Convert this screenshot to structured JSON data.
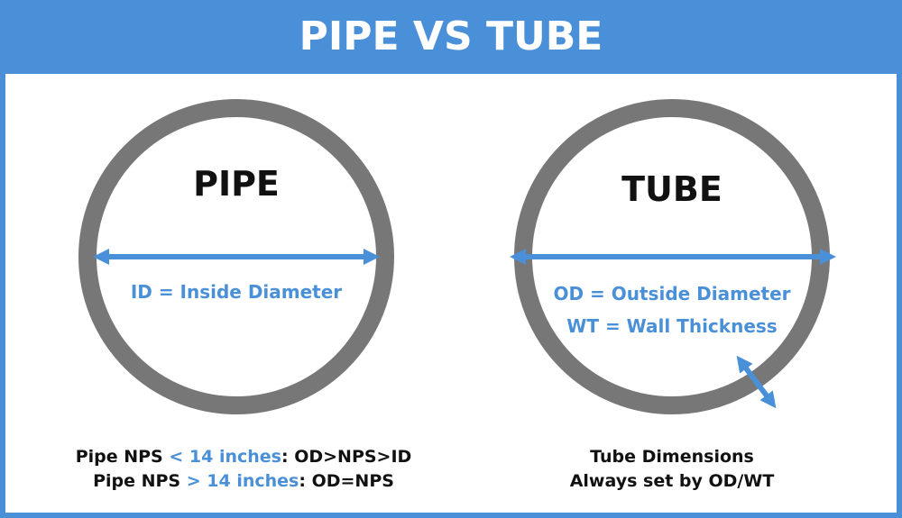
{
  "title": "PIPE VS TUBE",
  "colors": {
    "accent": "#4a90d9",
    "ring": "#777777",
    "text": "#111111"
  },
  "pipe": {
    "label": "PIPE",
    "dimension_label": "ID = Inside Diameter",
    "notes": [
      {
        "prefix": "Pipe NPS ",
        "highlight": "< 14 inches",
        "suffix": ": OD>NPS>ID"
      },
      {
        "prefix": "Pipe NPS ",
        "highlight": "> 14 inches",
        "suffix": ": OD=NPS"
      }
    ]
  },
  "tube": {
    "label": "TUBE",
    "dimension_labels": [
      "OD = Outside Diameter",
      "WT = Wall Thickness"
    ],
    "notes": [
      "Tube Dimensions",
      "Always set by OD/WT"
    ]
  }
}
